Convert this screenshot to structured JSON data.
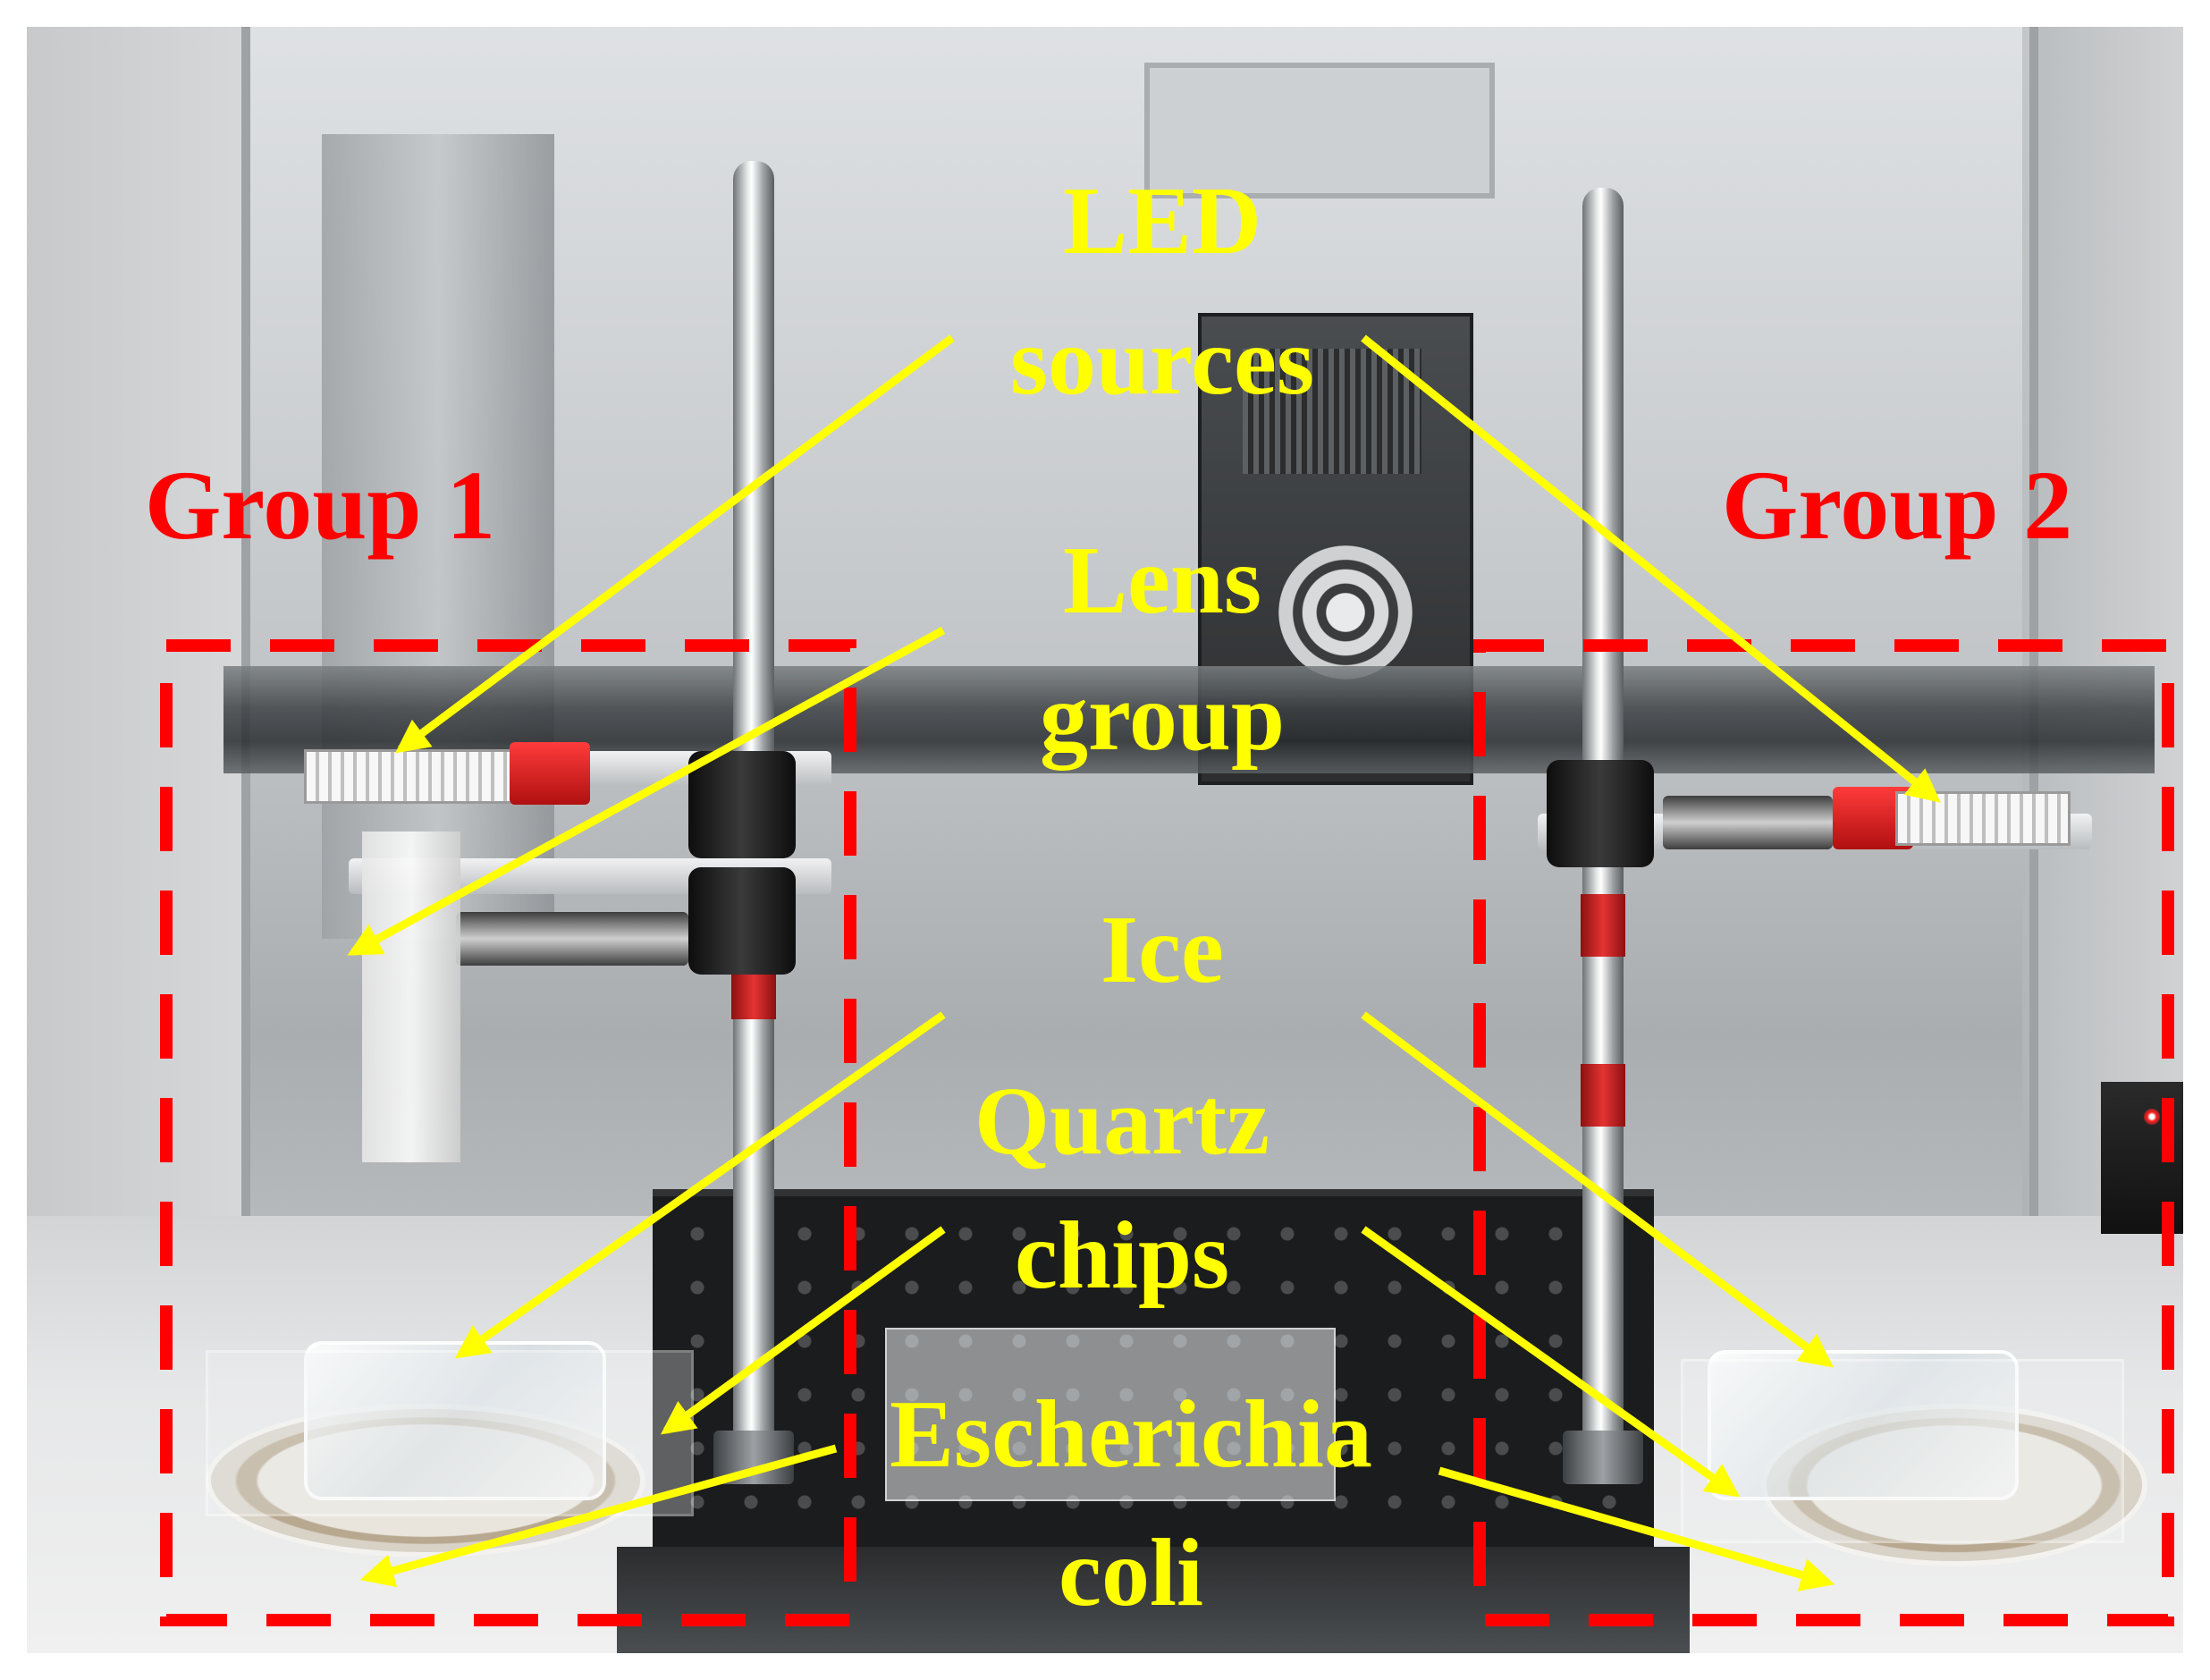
{
  "labels": {
    "led_line1": "LED",
    "led_line2": "sources",
    "lens_line1": "Lens",
    "lens_line2": "group",
    "ice": "Ice",
    "quartz_line1": "Quartz",
    "quartz_line2": "chips",
    "ecoli_line1": "Escherichia",
    "ecoli_line2": "coli"
  },
  "groups": {
    "group1": "Group 1",
    "group2": "Group 2"
  },
  "colors": {
    "annotation": "#ffff00",
    "group_box": "#ff0000",
    "group_text": "#ff0000"
  }
}
